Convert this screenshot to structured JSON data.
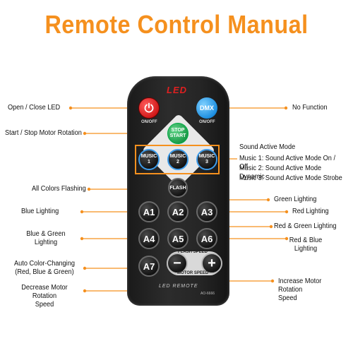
{
  "title": "Remote Control Manual",
  "remote": {
    "brand_label": "LED",
    "power_button_label": "ON/OFF",
    "dmx_button_text": "DMX",
    "dmx_button_label": "ON/OFF",
    "stop_start_top": "STOP",
    "stop_start_bottom": "START",
    "music_buttons": [
      {
        "word": "MUSIC",
        "num": "1"
      },
      {
        "word": "MUSIC",
        "num": "2"
      },
      {
        "word": "MUSIC",
        "num": "3"
      }
    ],
    "flash_label": "FLASH",
    "color_buttons": [
      "A1",
      "A2",
      "A3",
      "A4",
      "A5",
      "A6",
      "A7"
    ],
    "minus_label": "−",
    "plus_label": "+",
    "flash_speed_label": "FLASH SPEED",
    "motor_speed_label": "MOTOR SPEED",
    "footer_label": "LED REMOTE",
    "model_label": "AO-6666"
  },
  "annotations": {
    "open_close_led": "Open / Close LED",
    "start_stop_motor": "Start / Stop Motor Rotation",
    "all_colors_flashing": "All Colors Flashing",
    "blue_lighting": "Blue Lighting",
    "blue_green_lighting_1": "Blue & Green",
    "blue_green_lighting_2": "Lighting",
    "auto_color_1": "Auto Color-Changing",
    "auto_color_2": "(Red, Blue & Green)",
    "decrease_motor_1": "Decrease Motor Rotation",
    "decrease_motor_2": "Speed",
    "no_function": "No Function",
    "sound_active_mode": "Sound Active Mode",
    "music_1_desc": "Music 1: Sound Active Mode On / Off",
    "music_2_desc": "Music 2: Sound Active Mode Dynamic",
    "music_3_desc": "Music 3: Sound Active Mode Strobe",
    "green_lighting": "Green Lighting",
    "red_lighting": "Red Lighting",
    "red_green_lighting": "Red & Green Lighting",
    "red_blue_lighting_1": "Red & Blue",
    "red_blue_lighting_2": "Lighting",
    "increase_motor_1": "Increase Motor Rotation",
    "increase_motor_2": "Speed"
  },
  "colors": {
    "accent": "#f5901e",
    "line": "#f5901e"
  }
}
